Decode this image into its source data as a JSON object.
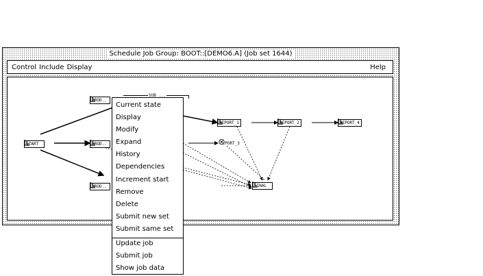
{
  "window": {
    "title": "Schedule Job Group: BOOT::[DEMO6.A] (Job set 1644)"
  },
  "menubar": {
    "control": "Control",
    "include": "Include",
    "display": "Display",
    "help": "Help"
  },
  "graph": {
    "nodes": {
      "start": "START",
      "prod_top": "PROD..",
      "sub": "SUB_...",
      "prod_mid": "PROD..",
      "prod_bot": "PROD..",
      "report1": "REPORT_1",
      "report2": "REPORT_2",
      "report3": "REPORT_3",
      "report4": "REPORT_4",
      "final": "FINAL"
    }
  },
  "context_menu": {
    "items": [
      "Current state",
      "Display",
      "Modify",
      "Expand",
      "History",
      "Dependencies",
      "Increment start",
      "Remove",
      "Delete",
      "Submit new set",
      "Submit same set"
    ],
    "job_items": [
      "Update job",
      "Submit job",
      "Show job data"
    ]
  }
}
